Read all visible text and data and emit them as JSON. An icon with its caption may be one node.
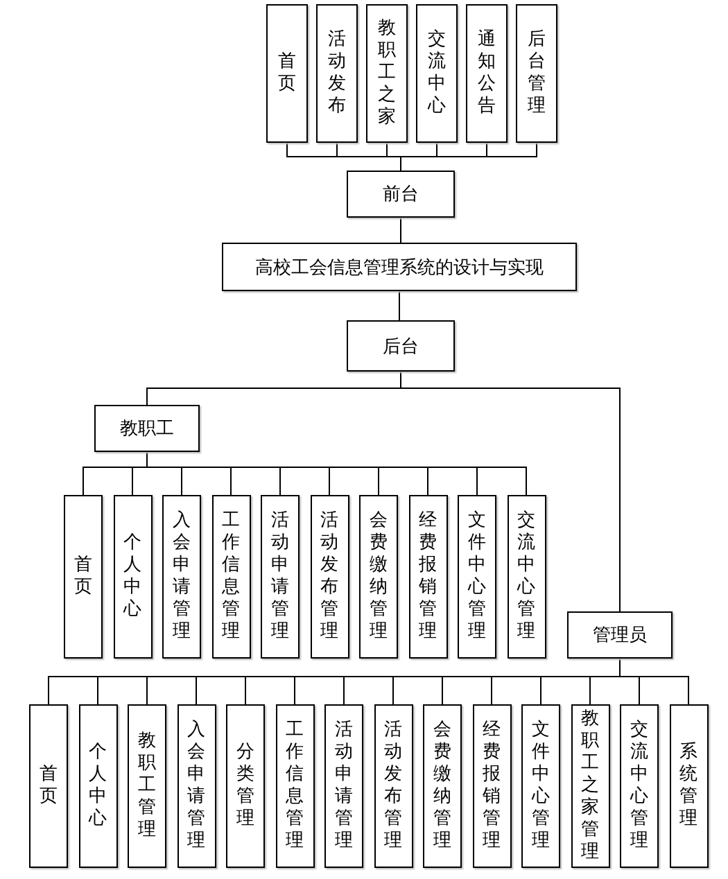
{
  "diagram": {
    "nodes": [
      {
        "text": [
          "首页"
        ]
      },
      {
        "text": [
          "活动发布"
        ]
      },
      {
        "text": [
          "教职工之家"
        ]
      },
      {
        "text": [
          "交流中心"
        ]
      },
      {
        "text": [
          "通知公告"
        ]
      },
      {
        "text": [
          "后台管理"
        ]
      },
      {
        "text": [
          "前台"
        ]
      },
      {
        "text": [
          "高校工会信息管理系统的设计与实现"
        ]
      },
      {
        "text": [
          "后台"
        ]
      },
      {
        "text": [
          "教职工"
        ]
      },
      {
        "text": [
          "首页"
        ]
      },
      {
        "text": [
          "个人中心"
        ]
      },
      {
        "text": [
          "入会申请管理"
        ]
      },
      {
        "text": [
          "工作信息管理"
        ]
      },
      {
        "text": [
          "活动申请管理"
        ]
      },
      {
        "text": [
          "活动发布管理"
        ]
      },
      {
        "text": [
          "会费缴纳管理"
        ]
      },
      {
        "text": [
          "经费报销管理"
        ]
      },
      {
        "text": [
          "文件中心管理"
        ]
      },
      {
        "text": [
          "交流中心管理"
        ]
      },
      {
        "text": [
          "管理员"
        ]
      },
      {
        "text": [
          "首页"
        ]
      },
      {
        "text": [
          "个人中心"
        ]
      },
      {
        "text": [
          "教职工管理"
        ]
      },
      {
        "text": [
          "入会申请管理"
        ]
      },
      {
        "text": [
          "分类管理"
        ]
      },
      {
        "text": [
          "工作信息管理"
        ]
      },
      {
        "text": [
          "活动申请管理"
        ]
      },
      {
        "text": [
          "活动发布管理"
        ]
      },
      {
        "text": [
          "会费缴纳管理"
        ]
      },
      {
        "text": [
          "经费报销管理"
        ]
      },
      {
        "text": [
          "文件中心管理"
        ]
      },
      {
        "text": [
          "教职工之家管理"
        ]
      },
      {
        "text": [
          "交流中心管理"
        ]
      },
      {
        "text": [
          "系统管理"
        ]
      }
    ],
    "edges": [
      {
        "from": 6,
        "to": 0,
        "arrow": "none"
      },
      {
        "from": 6,
        "to": 1,
        "arrow": "none"
      },
      {
        "from": 6,
        "to": 2,
        "arrow": "none"
      },
      {
        "from": 6,
        "to": 3,
        "arrow": "none"
      },
      {
        "from": 6,
        "to": 4,
        "arrow": "none"
      },
      {
        "from": 6,
        "to": 5,
        "arrow": "none"
      },
      {
        "from": 6,
        "to": 7,
        "arrow": "none"
      },
      {
        "from": 7,
        "to": 8,
        "arrow": "none"
      },
      {
        "from": 8,
        "to": 9,
        "arrow": "none"
      },
      {
        "from": 8,
        "to": 20,
        "arrow": "none"
      },
      {
        "from": 9,
        "to": 10,
        "arrow": "none"
      },
      {
        "from": 9,
        "to": 11,
        "arrow": "none"
      },
      {
        "from": 9,
        "to": 12,
        "arrow": "none"
      },
      {
        "from": 9,
        "to": 13,
        "arrow": "none"
      },
      {
        "from": 9,
        "to": 14,
        "arrow": "none"
      },
      {
        "from": 9,
        "to": 15,
        "arrow": "none"
      },
      {
        "from": 9,
        "to": 16,
        "arrow": "none"
      },
      {
        "from": 9,
        "to": 17,
        "arrow": "none"
      },
      {
        "from": 9,
        "to": 18,
        "arrow": "none"
      },
      {
        "from": 9,
        "to": 19,
        "arrow": "none"
      },
      {
        "from": 20,
        "to": 21,
        "arrow": "none"
      },
      {
        "from": 20,
        "to": 22,
        "arrow": "none"
      },
      {
        "from": 20,
        "to": 23,
        "arrow": "none"
      },
      {
        "from": 20,
        "to": 24,
        "arrow": "none"
      },
      {
        "from": 20,
        "to": 25,
        "arrow": "none"
      },
      {
        "from": 20,
        "to": 26,
        "arrow": "none"
      },
      {
        "from": 20,
        "to": 27,
        "arrow": "none"
      },
      {
        "from": 20,
        "to": 28,
        "arrow": "none"
      },
      {
        "from": 20,
        "to": 29,
        "arrow": "none"
      },
      {
        "from": 20,
        "to": 30,
        "arrow": "none"
      },
      {
        "from": 20,
        "to": 31,
        "arrow": "none"
      },
      {
        "from": 20,
        "to": 32,
        "arrow": "none"
      },
      {
        "from": 20,
        "to": 33,
        "arrow": "none"
      },
      {
        "from": 20,
        "to": 34,
        "arrow": "none"
      }
    ]
  }
}
